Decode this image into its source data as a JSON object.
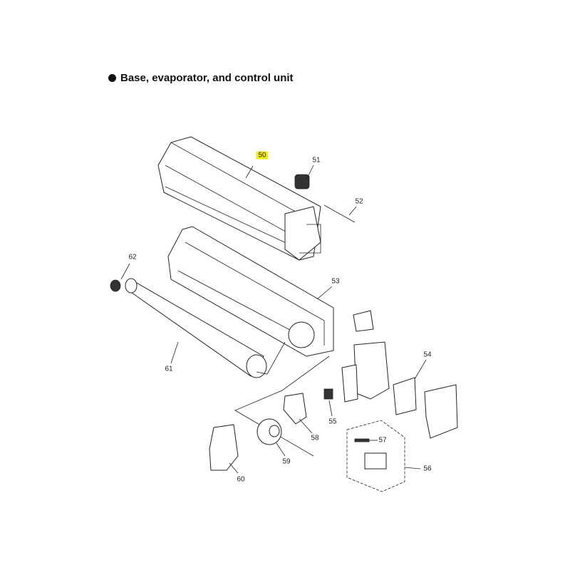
{
  "title": "Base, evaporator, and control unit",
  "highlight_color": "#f5ec16",
  "parts": [
    {
      "number": "50",
      "highlighted": true
    },
    {
      "number": "51"
    },
    {
      "number": "52"
    },
    {
      "number": "53"
    },
    {
      "number": "54"
    },
    {
      "number": "55"
    },
    {
      "number": "56"
    },
    {
      "number": "57"
    },
    {
      "number": "58"
    },
    {
      "number": "59"
    },
    {
      "number": "60"
    },
    {
      "number": "61"
    },
    {
      "number": "62"
    }
  ]
}
